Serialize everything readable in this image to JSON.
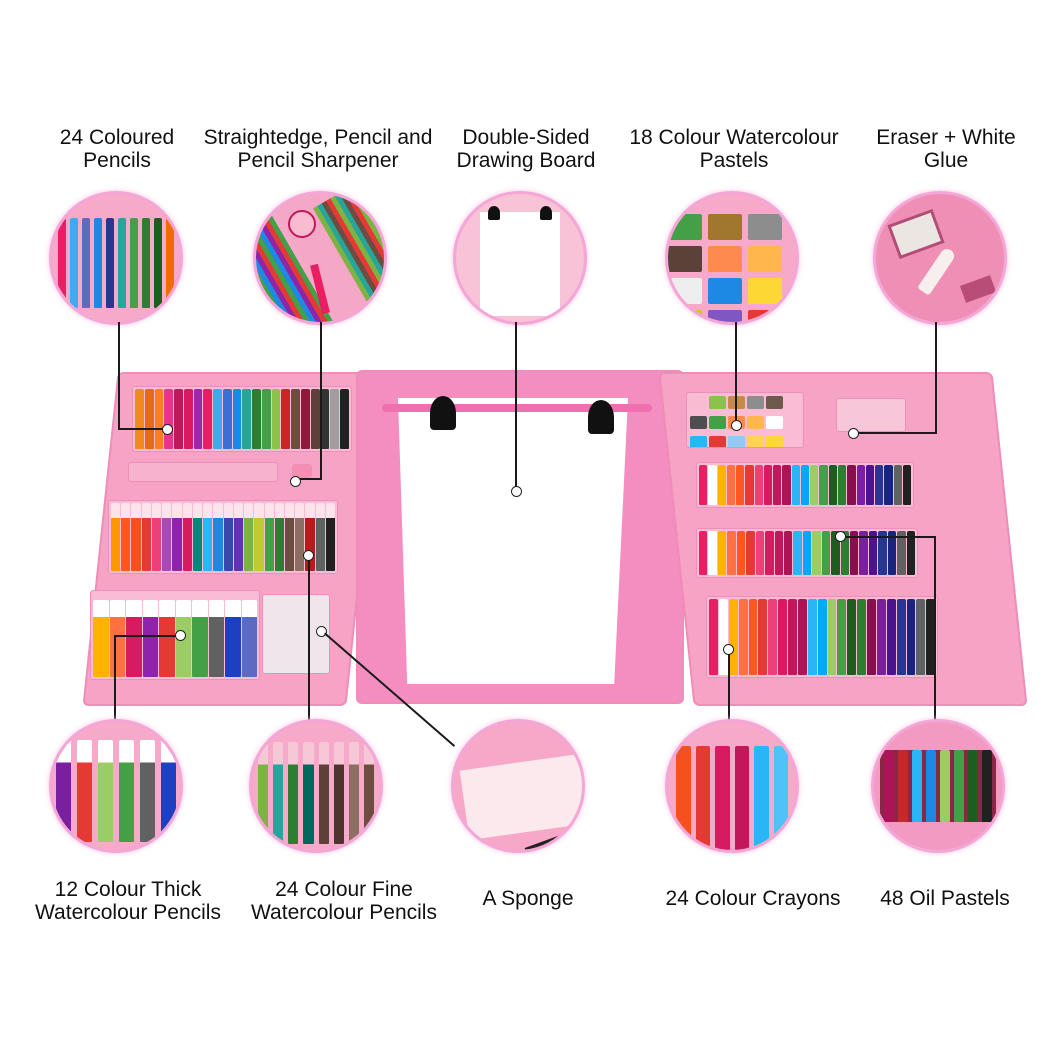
{
  "top_labels": [
    {
      "id": "coloured-pencils",
      "line1": "24 Coloured",
      "line2": "Pencils"
    },
    {
      "id": "straightedge",
      "line1": "Straightedge, Pencil and",
      "line2": "Pencil Sharpener"
    },
    {
      "id": "drawing-board",
      "line1": "Double-Sided",
      "line2": "Drawing Board"
    },
    {
      "id": "watercolour-pastels",
      "line1": "18 Colour Watercolour",
      "line2": "Pastels"
    },
    {
      "id": "eraser-glue",
      "line1": "Eraser + White",
      "line2": "Glue"
    }
  ],
  "bottom_labels": [
    {
      "id": "thick-watercolour",
      "line1": "12 Colour Thick",
      "line2": "Watercolour Pencils"
    },
    {
      "id": "fine-watercolour",
      "line1": "24 Colour Fine",
      "line2": "Watercolour Pencils"
    },
    {
      "id": "sponge",
      "line1": "A Sponge",
      "line2": ""
    },
    {
      "id": "crayons",
      "line1": "24 Colour Crayons",
      "line2": ""
    },
    {
      "id": "oil-pastels",
      "line1": "48 Oil Pastels",
      "line2": ""
    }
  ],
  "colors": {
    "case_pink": "#f7a3c6",
    "accent_pink": "#f08cb8",
    "ring_glow": "#f4a6d6",
    "leader_line": "#1a1a1a"
  },
  "pencil_colors": [
    "#f08a1c",
    "#e56a1a",
    "#ff7b2c",
    "#e8348a",
    "#c2185b",
    "#d81b60",
    "#9c27b0",
    "#e91e63",
    "#3fa9f5",
    "#3a6fd8",
    "#1e88e5",
    "#26a69a",
    "#2e7d32",
    "#43a047",
    "#8bc34a",
    "#c62828",
    "#6d4c41",
    "#8e1b3a",
    "#5d4037",
    "#333333",
    "#9e9e9e",
    "#212121"
  ],
  "marker_colors": [
    "#ff9800",
    "#ff5722",
    "#f4511e",
    "#e53935",
    "#ec407a",
    "#ab47bc",
    "#8e24aa",
    "#d81b60",
    "#00897b",
    "#29b6f6",
    "#1e88e5",
    "#3949ab",
    "#5e35b1",
    "#7cb342",
    "#c0ca33",
    "#43a047",
    "#2e7d32",
    "#6d4c41",
    "#8d6e63",
    "#b71c1c",
    "#616161",
    "#212121"
  ],
  "thick_colors": [
    "#ffb300",
    "#ff7043",
    "#d81b60",
    "#8e24aa",
    "#e53935",
    "#9ccc65",
    "#43a047",
    "#616161",
    "#1e40c0",
    "#5c6bc0"
  ],
  "palette_colors": [
    "#f8bbd0",
    "#8bc34a",
    "#c58a4a",
    "#8d8d8d",
    "#6d5a4a",
    "#4e4e4e",
    "#43a047",
    "#ff8a50",
    "#ffb74d",
    "#ffffff",
    "#29b6f6",
    "#e53935",
    "#90caf9",
    "#ffd54f",
    "#fdd835",
    "#7e57c2",
    "#ef5350",
    "#f06292"
  ],
  "crayon_colors": [
    "#e91e63",
    "#ffffff",
    "#ffb300",
    "#ff7043",
    "#ff5722",
    "#e53935",
    "#ec407a",
    "#d81b60",
    "#c2185b",
    "#ad1457",
    "#29b6f6",
    "#03a9f4",
    "#9ccc65",
    "#43a047",
    "#1b5e20",
    "#2e7d32",
    "#880e4f",
    "#7b1fa2",
    "#4a148c",
    "#283593",
    "#1a237e",
    "#616161",
    "#212121"
  ]
}
